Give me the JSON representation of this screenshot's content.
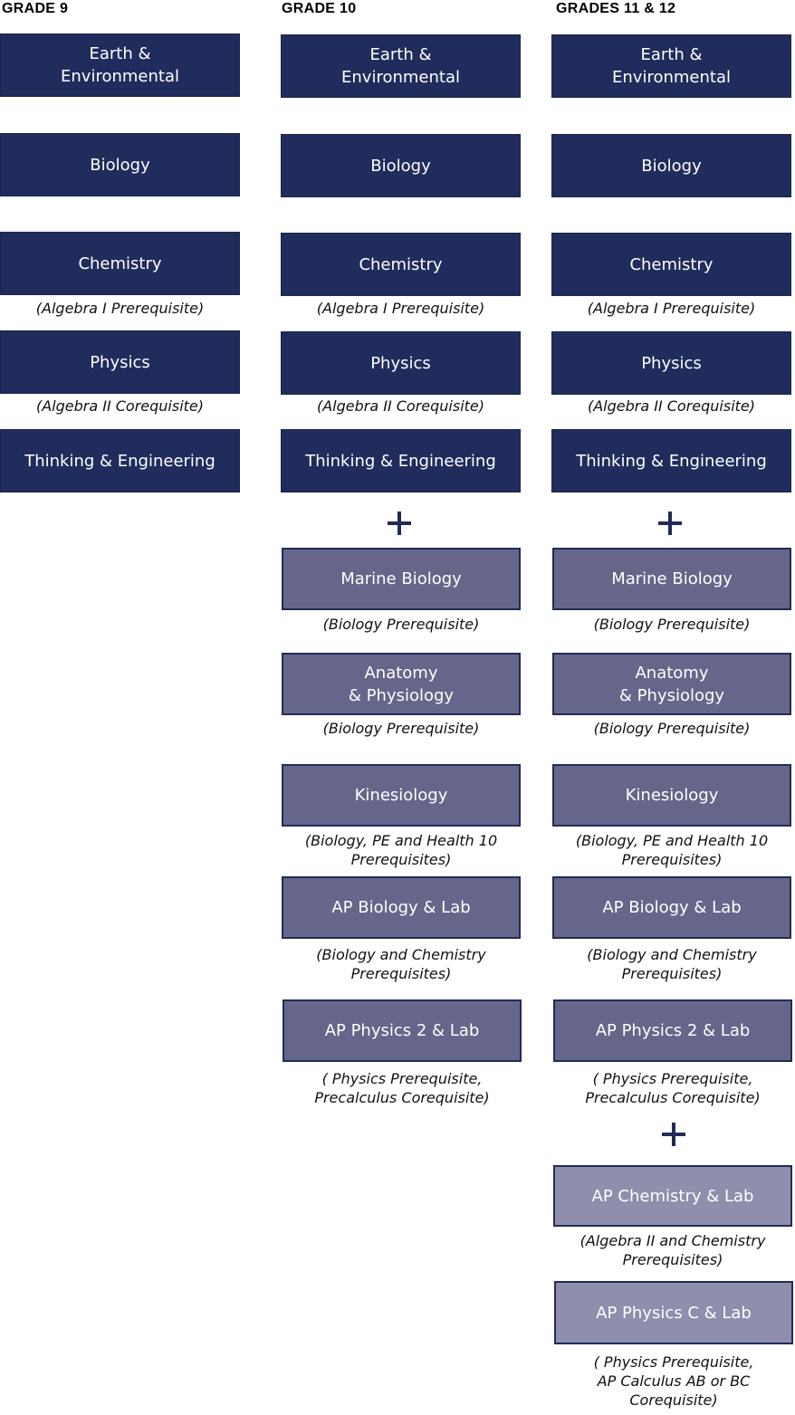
{
  "colors": {
    "core_bg": "#202c5c",
    "core_border": "#1a2450",
    "mid_bg": "#66668a",
    "mid_border": "#222a5a",
    "light_bg": "#8f8eac",
    "light_border": "#222a5a",
    "plus": "#222a5a"
  },
  "columns": [
    {
      "title": "GRADE 9",
      "courses": [
        {
          "lines": [
            "Earth &",
            "Environmental"
          ],
          "note": ""
        },
        {
          "lines": [
            "Biology"
          ],
          "note": ""
        },
        {
          "lines": [
            "Chemistry"
          ],
          "note": "(Algebra I Prerequisite)"
        },
        {
          "lines": [
            "Physics"
          ],
          "note": "(Algebra II Corequisite)"
        },
        {
          "lines": [
            "Thinking & Engineering"
          ],
          "note": ""
        }
      ]
    },
    {
      "title": "GRADE 10",
      "courses": [
        {
          "lines": [
            "Earth &",
            "Environmental"
          ],
          "note": ""
        },
        {
          "lines": [
            "Biology"
          ],
          "note": ""
        },
        {
          "lines": [
            "Chemistry"
          ],
          "note": "(Algebra I Prerequisite)"
        },
        {
          "lines": [
            "Physics"
          ],
          "note": "(Algebra II Corequisite)"
        },
        {
          "lines": [
            "Thinking & Engineering"
          ],
          "note": ""
        },
        {
          "lines": [
            "Marine Biology"
          ],
          "note": "(Biology Prerequisite)"
        },
        {
          "lines": [
            "Anatomy",
            "& Physiology"
          ],
          "note": "(Biology Prerequisite)"
        },
        {
          "lines": [
            "Kinesiology"
          ],
          "note": "(Biology, PE and Health 10\nPrerequisites)"
        },
        {
          "lines": [
            "AP Biology & Lab"
          ],
          "note": "(Biology and Chemistry\nPrerequisites)"
        },
        {
          "lines": [
            "AP Physics 2 & Lab"
          ],
          "note": "( Physics Prerequisite,\nPrecalculus Corequisite)"
        }
      ]
    },
    {
      "title": "GRADES 11 & 12",
      "courses": [
        {
          "lines": [
            "Earth &",
            "Environmental"
          ],
          "note": ""
        },
        {
          "lines": [
            "Biology"
          ],
          "note": ""
        },
        {
          "lines": [
            "Chemistry"
          ],
          "note": "(Algebra I Prerequisite)"
        },
        {
          "lines": [
            "Physics"
          ],
          "note": "(Algebra II Corequisite)"
        },
        {
          "lines": [
            "Thinking & Engineering"
          ],
          "note": ""
        },
        {
          "lines": [
            "Marine Biology"
          ],
          "note": "(Biology Prerequisite)"
        },
        {
          "lines": [
            "Anatomy",
            "& Physiology"
          ],
          "note": "(Biology Prerequisite)"
        },
        {
          "lines": [
            "Kinesiology"
          ],
          "note": "(Biology, PE and Health 10\nPrerequisites)"
        },
        {
          "lines": [
            "AP Biology & Lab"
          ],
          "note": "(Biology and Chemistry\nPrerequisites)"
        },
        {
          "lines": [
            "AP Physics 2 & Lab"
          ],
          "note": "( Physics Prerequisite,\nPrecalculus Corequisite)"
        },
        {
          "lines": [
            "AP Chemistry & Lab"
          ],
          "note": "(Algebra II and Chemistry\nPrerequisites)"
        },
        {
          "lines": [
            "AP Physics C & Lab"
          ],
          "note": "( Physics Prerequisite,\nAP Calculus AB or BC\nCorequisite)"
        }
      ]
    }
  ]
}
